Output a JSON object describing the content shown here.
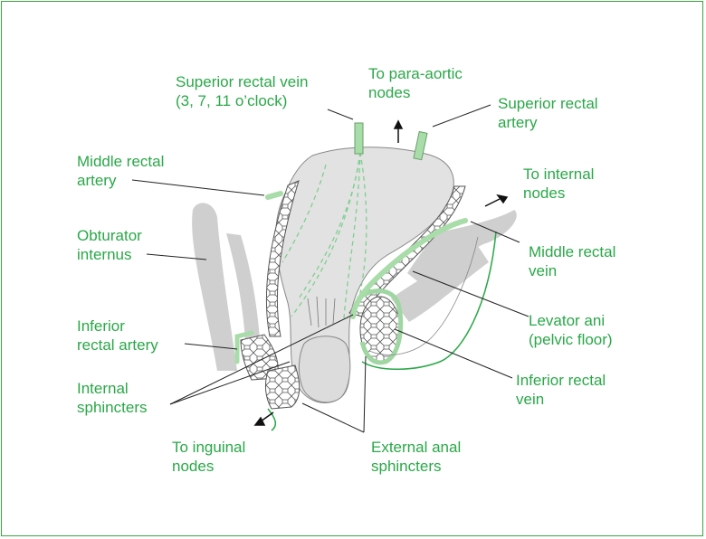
{
  "diagram": {
    "colors": {
      "label_green": "#2aa848",
      "vessel_green": "#a8dca8",
      "muscle_gray": "#cfcfcf",
      "rectum_fill": "#e2e2e2",
      "leader_line": "#222222",
      "frame_border": "#3aa640"
    },
    "labels": {
      "superior_rectal_vein": "Superior rectal vein\n(3, 7, 11 o’clock)",
      "para_aortic": "To para-aortic\nnodes",
      "superior_rectal_artery": "Superior rectal\nartery",
      "middle_rectal_artery": "Middle rectal\nartery",
      "internal_nodes": "To internal\nnodes",
      "obturator_internus": "Obturator\ninternus",
      "middle_rectal_vein": "Middle rectal\nvein",
      "levator_ani": "Levator ani\n(pelvic floor)",
      "inferior_rectal_artery": "Inferior\nrectal artery",
      "inferior_rectal_vein": "Inferior rectal\nvein",
      "internal_sphincters": "Internal\nsphincters",
      "inguinal_nodes": "To inguinal\nnodes",
      "external_anal_sphincters": "External anal\nsphincters"
    }
  }
}
